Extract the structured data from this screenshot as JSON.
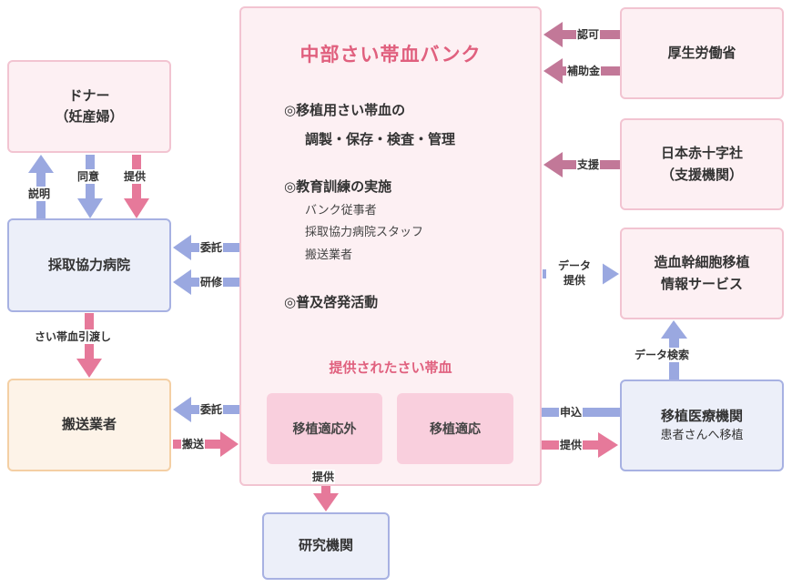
{
  "center": {
    "title": "中部さい帯血バンク",
    "item1_line1": "◎移植用さい帯血の",
    "item1_line2": "調製・保存・検査・管理",
    "item2": "◎教育訓練の実施",
    "item2_subs": [
      "バンク従事者",
      "採取協力病院スタッフ",
      "搬送業者"
    ],
    "item3": "◎普及啓発活動",
    "provided_title": "提供されたさい帯血",
    "unsuitable": "移植適応外",
    "suitable": "移植適応"
  },
  "boxes": {
    "donor_line1": "ドナー",
    "donor_line2": "（妊産婦）",
    "hospital": "採取協力病院",
    "transport": "搬送業者",
    "research": "研究機関",
    "mhlw": "厚生労働省",
    "redcross_line1": "日本赤十字社",
    "redcross_line2": "（支援機関）",
    "info_line1": "造血幹細胞移植",
    "info_line2": "情報サービス",
    "transplant_line1": "移植医療機関",
    "transplant_line2": "患者さんへ移植"
  },
  "labels": {
    "explain": "説明",
    "consent": "同意",
    "provide_donor": "提供",
    "handover": "さい帯血引渡し",
    "commission_hospital": "委託",
    "training": "研修",
    "commission_transport": "委託",
    "transport": "搬送",
    "provide_research": "提供",
    "approval": "認可",
    "subsidy": "補助金",
    "support": "支援",
    "data_provide_line1": "データ",
    "data_provide_line2": "提供",
    "data_search": "データ検索",
    "apply": "申込",
    "provide_transplant": "提供"
  },
  "colors": {
    "pink_arrow": "#e6799a",
    "blue_arrow": "#9aa8e0",
    "mauve_arrow": "#c27898",
    "title": "#e0607e"
  }
}
